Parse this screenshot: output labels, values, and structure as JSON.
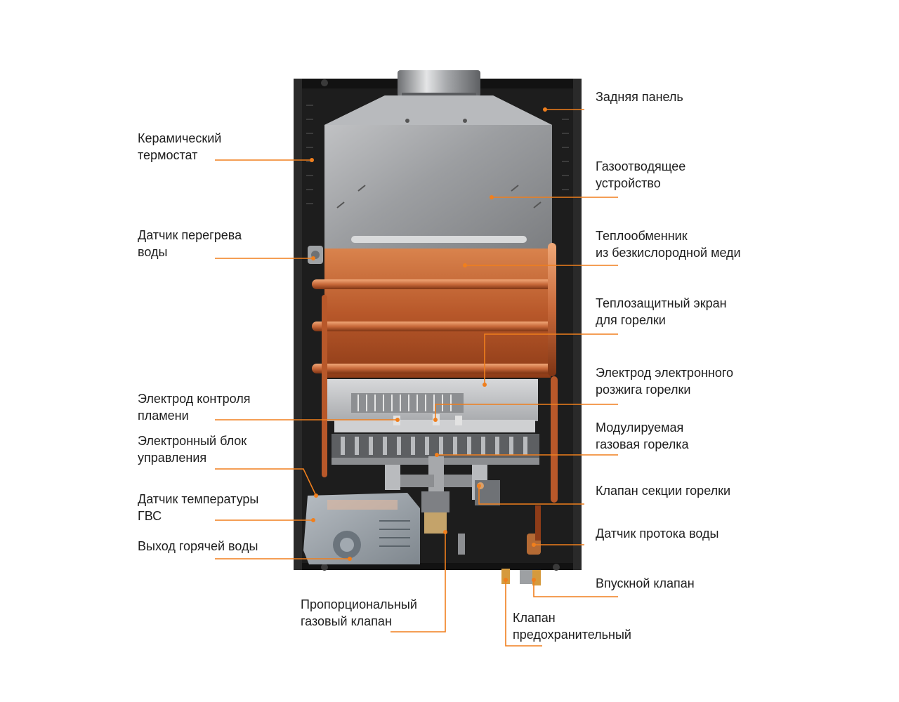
{
  "labels": {
    "rear_panel": [
      "Задняя панель"
    ],
    "flue_device": [
      "Газоотводящее",
      "устройство"
    ],
    "heat_exchanger": [
      "Теплообменник",
      "из безкислородной меди"
    ],
    "heat_shield": [
      "Теплозащитный экран",
      "для горелки"
    ],
    "ignition_electrode": [
      "Электрод электронного",
      "розжига горелки"
    ],
    "modulating_burner": [
      "Модулируемая",
      "газовая горелка"
    ],
    "burner_section_valve": [
      "Клапан секции горелки"
    ],
    "water_flow_sensor": [
      "Датчик протока воды"
    ],
    "inlet_valve": [
      "Впускной клапан"
    ],
    "safety_valve": [
      "Клапан",
      "предохранительный"
    ],
    "proportional_gas_valve": [
      "Пропорциональный",
      "газовый клапан"
    ],
    "ceramic_thermostat": [
      "Керамический",
      "термостат"
    ],
    "overheat_sensor": [
      "Датчик перегрева",
      "воды"
    ],
    "flame_control_electrode": [
      "Электрод контроля",
      "пламени"
    ],
    "control_unit": [
      "Электронный блок",
      "управления"
    ],
    "dhw_temp_sensor": [
      "Датчик температуры",
      "ГВС"
    ],
    "hot_water_outlet": [
      "Выход горячей воды"
    ]
  },
  "colors": {
    "leader": "#f07f1d",
    "text": "#1e1e1e",
    "case": "#1a1a1a",
    "copper": "#c1622e",
    "steel": "#9a9c9f"
  }
}
